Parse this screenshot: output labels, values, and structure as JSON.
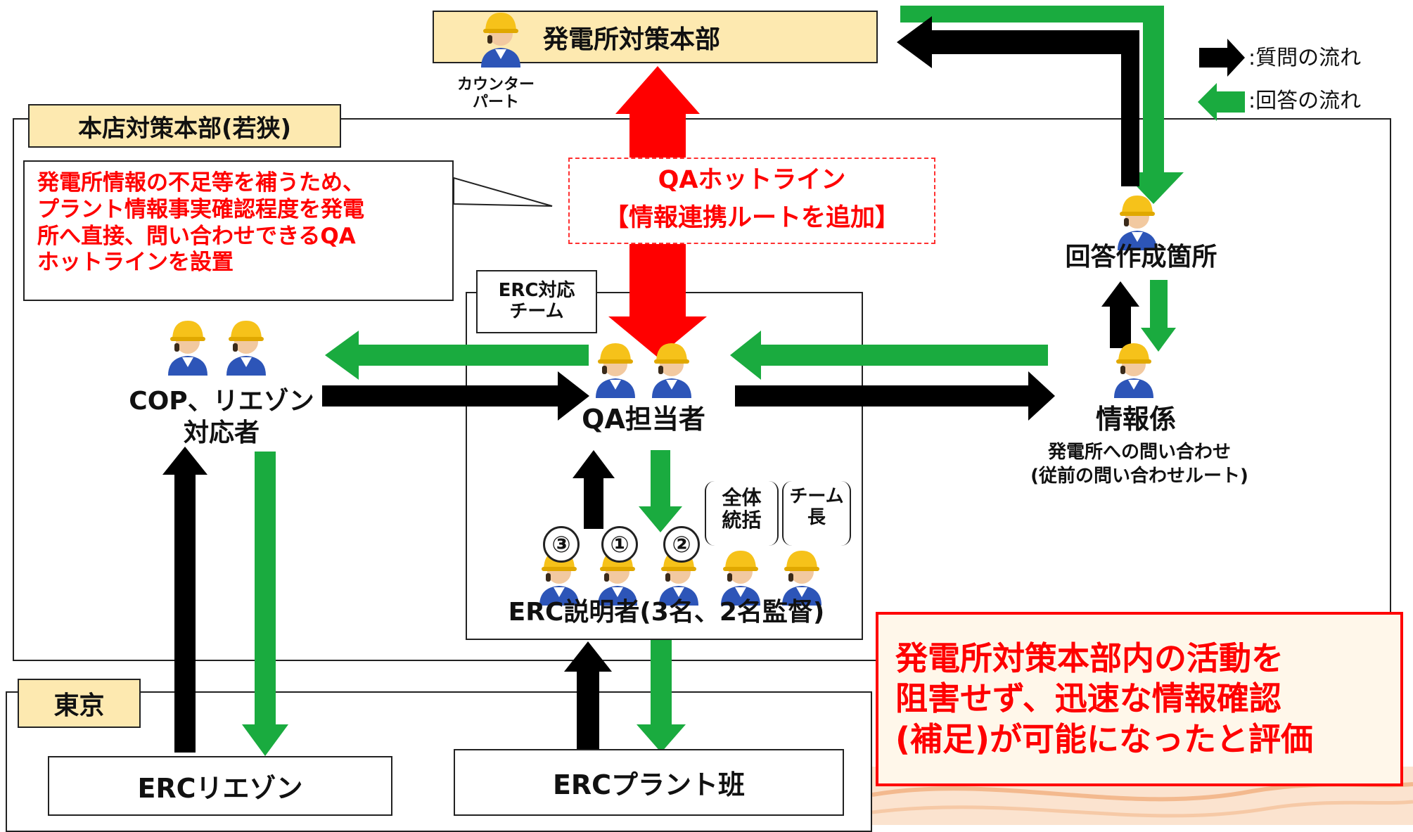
{
  "legend": {
    "question": ":質問の流れ",
    "answer": ":回答の流れ"
  },
  "plant_hq": {
    "title": "発電所対策本部",
    "counterpart": "カウンター\nパート"
  },
  "head_office": {
    "title": "本店対策本部(若狭)",
    "callout": "発電所情報の不足等を補うため、\nプラント情報事実確認程度を発電\n所へ直接、問い合わせできるQA\nホットラインを設置"
  },
  "hotline": {
    "line1": "QAホットライン",
    "line2": "【情報連携ルートを追加】"
  },
  "erc_team": {
    "label": "ERC対応\nチーム"
  },
  "nodes": {
    "cop": "COP、リエゾン\n対応者",
    "qa": "QA担当者",
    "answer_creator": "回答作成箇所",
    "info": "情報係",
    "info_note": "発電所への問い合わせ\n(従前の問い合わせルート)",
    "explainers": "ERC説明者(3名、2名監督)",
    "overall": "全体\n統括",
    "leader": "チーム\n長",
    "nums": [
      "③",
      "①",
      "②"
    ]
  },
  "tokyo": {
    "title": "東京",
    "liaison": "ERCリエゾン",
    "plant_team": "ERCプラント班"
  },
  "evaluation": "発電所対策本部内の活動を\n阻害せず、迅速な情報確認\n(補足)が可能になったと評価",
  "colors": {
    "question": "#000000",
    "answer": "#1aab3f",
    "hotline": "#ff0000",
    "tag": "#fde9b0",
    "eval_border": "#ff0000"
  }
}
